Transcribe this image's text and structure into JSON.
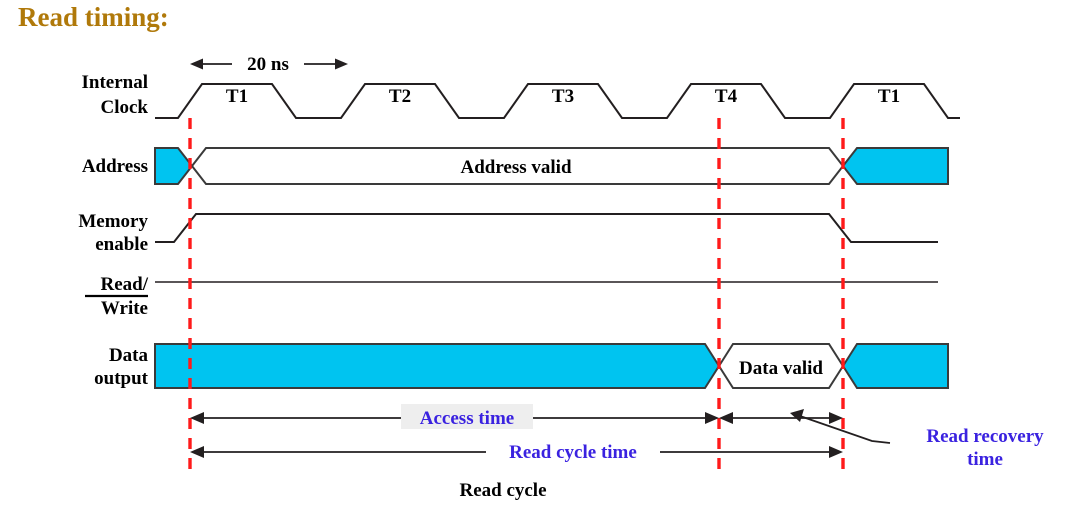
{
  "title": "Read timing:",
  "colors": {
    "title": "#b0790a",
    "bus_active": "#00c4f0",
    "marker": "#ff1a1a",
    "annotation": "#3a22e0",
    "line": "#231f20",
    "highlight": "#eeeeee"
  },
  "period_annotation": {
    "label": "20 ns"
  },
  "signals": [
    {
      "name": "internal-clock",
      "label_line1": "Internal",
      "label_line2": "Clock",
      "overline_line1": false
    },
    {
      "name": "address",
      "label_line1": "Address",
      "label_line2": "",
      "overline_line1": false
    },
    {
      "name": "memory-enable",
      "label_line1": "Memory",
      "label_line2": "enable",
      "overline_line1": false
    },
    {
      "name": "read-write",
      "label_line1": "Read/",
      "label_line2": "Write",
      "overline_line1": true
    },
    {
      "name": "data-output",
      "label_line1": "Data",
      "label_line2": "output",
      "overline_line1": false
    }
  ],
  "clock_phases": [
    {
      "label": "T1"
    },
    {
      "label": "T2"
    },
    {
      "label": "T3"
    },
    {
      "label": "T4"
    },
    {
      "label": "T1"
    }
  ],
  "bus_labels": {
    "address_valid": "Address valid",
    "data_valid": "Data valid"
  },
  "measurements": [
    {
      "name": "access-time",
      "label": "Access time",
      "highlighted": true
    },
    {
      "name": "read-cycle-time",
      "label": "Read cycle time",
      "highlighted": false
    },
    {
      "name": "read-recovery-time",
      "label_line1": "Read recovery",
      "label_line2": "time",
      "highlighted": false
    }
  ],
  "footer": {
    "label": "Read cycle"
  }
}
